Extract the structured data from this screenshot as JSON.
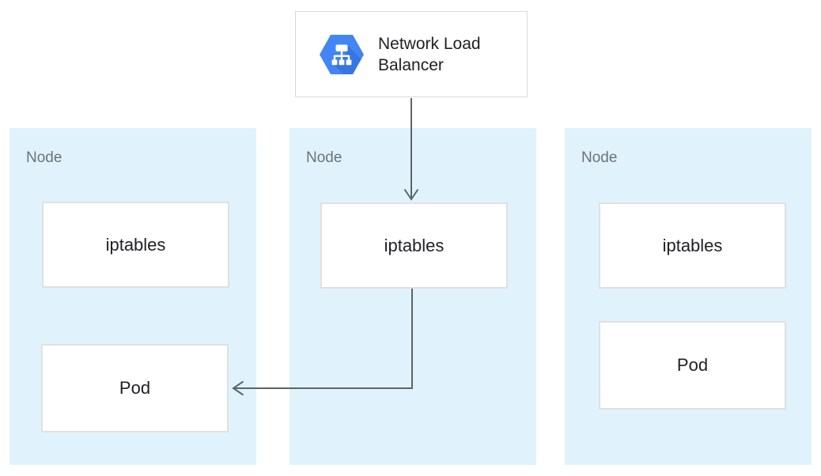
{
  "load_balancer": {
    "label": "Network Load Balancer",
    "icon": "network-load-balancer-hexagon-icon"
  },
  "nodes": [
    {
      "label": "Node",
      "boxes": [
        {
          "label": "iptables"
        },
        {
          "label": "Pod"
        }
      ]
    },
    {
      "label": "Node",
      "boxes": [
        {
          "label": "iptables"
        }
      ]
    },
    {
      "label": "Node",
      "boxes": [
        {
          "label": "iptables"
        },
        {
          "label": "Pod"
        }
      ]
    }
  ],
  "connections": [
    {
      "from": "network-load-balancer",
      "to": "node-2-iptables",
      "style": "arrow-down"
    },
    {
      "from": "node-2-iptables",
      "to": "node-1-pod",
      "style": "elbow-arrow-left"
    }
  ],
  "colors": {
    "node-bg": "#e0f3fc",
    "box-border": "#e0e0e0",
    "nlb-border": "#d9d9d9",
    "arrow": "#5f6368",
    "hex-blue": "#4285f4",
    "hex-shadow": "#2b63c7",
    "text-dark": "#212124",
    "text-gray": "#6d7277"
  }
}
